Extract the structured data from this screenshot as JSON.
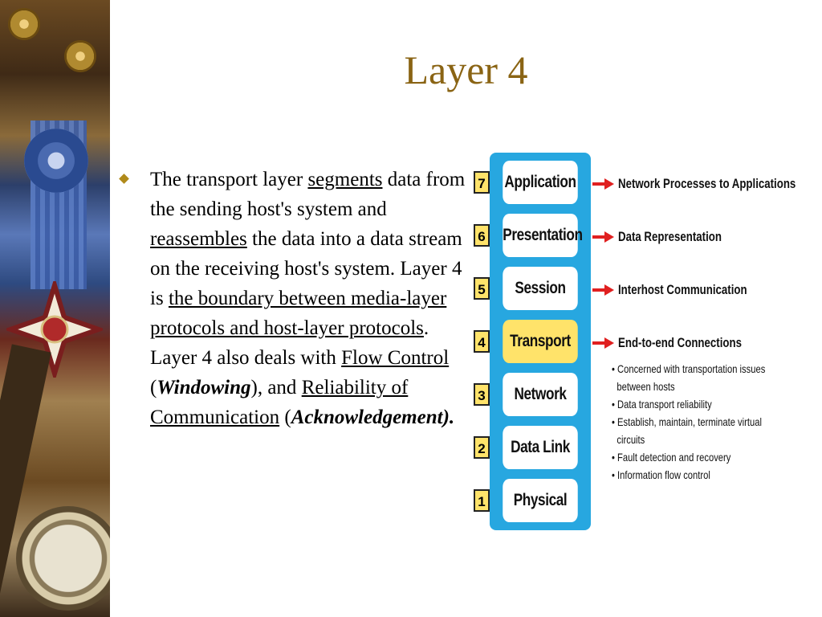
{
  "slide": {
    "title": "Layer 4"
  },
  "body": {
    "p1": "The transport layer ",
    "segments": "segments",
    "p2": " data from the sending host's system and ",
    "reassembles": "reassembles",
    "p3": " the data into a data stream on the receiving host's system. Layer 4 is ",
    "boundary": "the boundary between media-layer protocols and host-layer protocols",
    "p4": ". Layer 4 also deals with ",
    "flow_control": "Flow Control",
    "p5": " (",
    "windowing": "Windowing",
    "p6": "), and ",
    "reliability": "Reliability of Communication",
    "p7": " (",
    "acknowledgement": "Acknowledgement)."
  },
  "osi": {
    "layers": [
      {
        "num": "7",
        "name": "Application"
      },
      {
        "num": "6",
        "name": "Presentation"
      },
      {
        "num": "5",
        "name": "Session"
      },
      {
        "num": "4",
        "name": "Transport"
      },
      {
        "num": "3",
        "name": "Network"
      },
      {
        "num": "2",
        "name": "Data Link"
      },
      {
        "num": "1",
        "name": "Physical"
      }
    ],
    "descriptions": [
      "Network Processes to Applications",
      "Data Representation",
      "Interhost Communication",
      "End-to-end Connections"
    ],
    "transport_details": [
      "• Concerned with transportation issues",
      "between hosts",
      "• Data transport reliability",
      "• Establish, maintain, terminate virtual",
      "circuits",
      "• Fault detection and recovery",
      "• Information flow control"
    ],
    "highlight_color": "#ffe36a",
    "stack_color": "#27a7e0",
    "arrow_color": "#e02020"
  }
}
